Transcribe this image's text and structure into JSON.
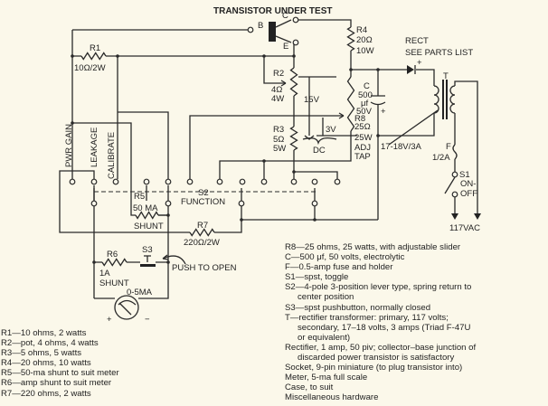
{
  "title": "TRANSISTOR UNDER TEST",
  "transistor": {
    "b": "B",
    "c": "C",
    "e": "E"
  },
  "labels": {
    "r1": "R1",
    "r1_val": "10Ω/2W",
    "pwr_gain": "PWR GAIN",
    "leakage": "LEAKAGE",
    "calibrate": "CALIBRATE",
    "r5": "R5",
    "r5_val": "50 MA",
    "r5_shunt": "SHUNT",
    "s2": "S2",
    "s2_name": "FUNCTION",
    "r7": "R7",
    "r7_val": "220Ω/2W",
    "r6": "R6",
    "r6_val": "1A",
    "r6_shunt": "SHUNT",
    "s3": "S3",
    "push_to_open": "PUSH TO OPEN",
    "meter": "0-5MA",
    "meter_plus": "+",
    "meter_minus": "−",
    "r2": "R2",
    "r2_ohm": "4Ω",
    "r2_w": "4W",
    "v15": "15V",
    "v3": "3V",
    "dc": "DC",
    "r3": "R3",
    "r3_ohm": "5Ω",
    "r3_w": "5W",
    "r4": "R4",
    "r4_ohm": "20Ω",
    "r4_w": "10W",
    "c": "C",
    "c_val": "500",
    "c_unit": "μf",
    "c_v": "50V",
    "c_plus": "+",
    "r8": "R8",
    "r8_ohm": "25Ω",
    "r8_w": "25W",
    "adj": "ADJ",
    "tap": "TAP",
    "rect": "RECT",
    "see_parts": "SEE PARTS LIST",
    "rect_plus": "+",
    "sec": "17-18V/3A",
    "t": "T",
    "f": "F",
    "f_val": "1/2A",
    "s1": "S1",
    "s1_on": "ON-",
    "s1_off": "OFF",
    "vac": "117VAC"
  },
  "parts_left": [
    "R1—10 ohms, 2 watts",
    "R2—pot, 4 ohms, 4 watts",
    "R3—5 ohms, 5 watts",
    "R4—20 ohms, 10 watts",
    "R5—50-ma shunt to suit meter",
    "R6—amp shunt to suit meter",
    "R7—220 ohms, 2 watts"
  ],
  "parts_right": [
    "R8—25 ohms, 25 watts, with adjustable slider",
    "C—500 μf, 50 volts, electrolytic",
    "F—0.5-amp fuse and holder",
    "S1—spst, toggle",
    "S2—4-pole 3-position lever type, spring return to",
    "center position",
    "S3—spst pushbutton, normally closed",
    "T—rectifier transformer: primary, 117 volts;",
    "secondary, 17–18 volts, 3 amps (Triad F-47U",
    "or equivalent)",
    "Rectifier, 1 amp, 50 piv; collector–base junction of",
    "discarded power transistor is satisfactory",
    "Socket, 9-pin miniature (to plug transistor into)",
    "Meter, 5-ma full scale",
    "Case, to suit",
    "Miscellaneous hardware"
  ]
}
